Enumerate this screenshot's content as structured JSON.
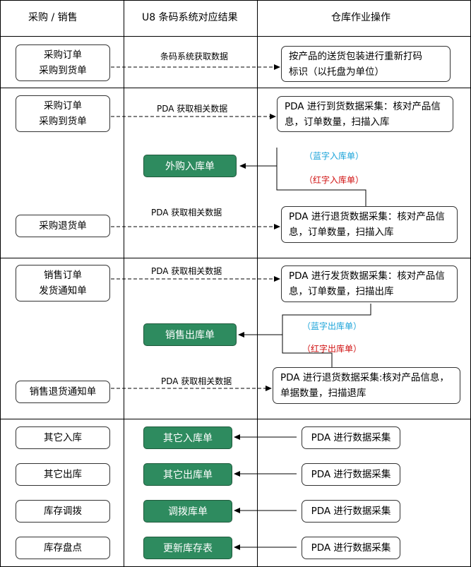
{
  "headers": {
    "col1": "采购 / 销售",
    "col2": "U8 条码系统对应结果",
    "col3": "仓库作业操作"
  },
  "sec1": {
    "left_line1": "采购订单",
    "left_line2": "采购到货单",
    "arrow_label": "条码系统获取数据",
    "right_line1": "按产品的送货包装进行重新打码",
    "right_line2": "标识（以托盘为单位）"
  },
  "sec2": {
    "left1_line1": "采购订单",
    "left1_line2": "采购到货单",
    "arrow1_label": "PDA 获取相关数据",
    "right1_line1": "PDA 进行到货数据采集：核对产品信",
    "right1_line2": "息，订单数量，扫描入库",
    "green": "外购入库单",
    "blue_label": "（蓝字入库单）",
    "red_label": "（红字入库单）",
    "left2": "采购退货单",
    "arrow2_label": "PDA 获取相关数据",
    "right2_line1": "PDA 进行退货数据采集：核对产品信",
    "right2_line2": "息，订单数量，扫描入库"
  },
  "sec3": {
    "left1_line1": "销售订单",
    "left1_line2": "发货通知单",
    "arrow1_label": "PDA 获取相关数据",
    "right1_line1": "PDA 进行发货数据采集：核对产品信",
    "right1_line2": "息，订单数量，扫描出库",
    "green": "销售出库单",
    "blue_label": "（蓝字出库单）",
    "red_label": "（红字出库单）",
    "left2": "销售退货通知单",
    "arrow2_label": "PDA 获取相关数据",
    "right2_line1": "PDA 进行退货数据采集:核对产品信息，",
    "right2_line2": "单据数量，扫描退库"
  },
  "sec4": {
    "rows": [
      {
        "left": "其它入库",
        "green": "其它入库单",
        "right": "PDA 进行数据采集"
      },
      {
        "left": "其它出库",
        "green": "其它出库单",
        "right": "PDA 进行数据采集"
      },
      {
        "left": "库存调拨",
        "green": "调拨库单",
        "right": "PDA 进行数据采集"
      },
      {
        "left": "库存盘点",
        "green": "更新库存表",
        "right": "PDA 进行数据采集"
      }
    ]
  }
}
